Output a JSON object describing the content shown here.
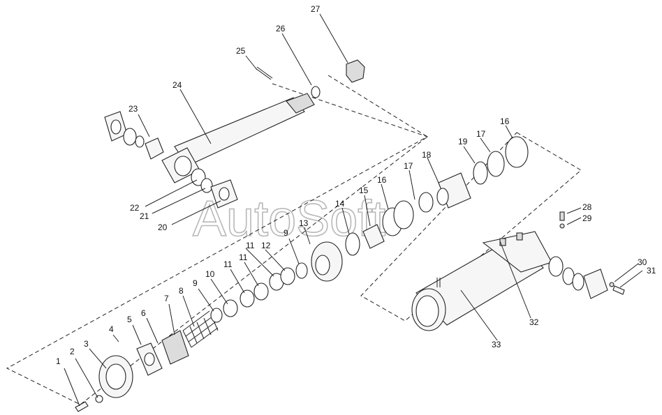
{
  "watermark": "AutoSoft",
  "callouts": [
    {
      "id": "c1",
      "text": "1"
    },
    {
      "id": "c2",
      "text": "2"
    },
    {
      "id": "c3",
      "text": "3"
    },
    {
      "id": "c4",
      "text": "4"
    },
    {
      "id": "c5",
      "text": "5"
    },
    {
      "id": "c6",
      "text": "6"
    },
    {
      "id": "c7",
      "text": "7"
    },
    {
      "id": "c8",
      "text": "8"
    },
    {
      "id": "c9a",
      "text": "9"
    },
    {
      "id": "c10",
      "text": "10"
    },
    {
      "id": "c11a",
      "text": "11"
    },
    {
      "id": "c11b",
      "text": "11"
    },
    {
      "id": "c11c",
      "text": "11"
    },
    {
      "id": "c12",
      "text": "12"
    },
    {
      "id": "c9b",
      "text": "9"
    },
    {
      "id": "c13",
      "text": "13"
    },
    {
      "id": "c14",
      "text": "14"
    },
    {
      "id": "c15",
      "text": "15"
    },
    {
      "id": "c16a",
      "text": "16"
    },
    {
      "id": "c17a",
      "text": "17"
    },
    {
      "id": "c18",
      "text": "18"
    },
    {
      "id": "c19",
      "text": "19"
    },
    {
      "id": "c17b",
      "text": "17"
    },
    {
      "id": "c16b",
      "text": "16"
    },
    {
      "id": "c20",
      "text": "20"
    },
    {
      "id": "c21",
      "text": "21"
    },
    {
      "id": "c22",
      "text": "22"
    },
    {
      "id": "c23",
      "text": "23"
    },
    {
      "id": "c24",
      "text": "24"
    },
    {
      "id": "c25",
      "text": "25"
    },
    {
      "id": "c26",
      "text": "26"
    },
    {
      "id": "c27",
      "text": "27"
    },
    {
      "id": "c28",
      "text": "28"
    },
    {
      "id": "c29",
      "text": "29"
    },
    {
      "id": "c30",
      "text": "30"
    },
    {
      "id": "c31",
      "text": "31"
    },
    {
      "id": "c32",
      "text": "32"
    },
    {
      "id": "c33",
      "text": "33"
    }
  ]
}
